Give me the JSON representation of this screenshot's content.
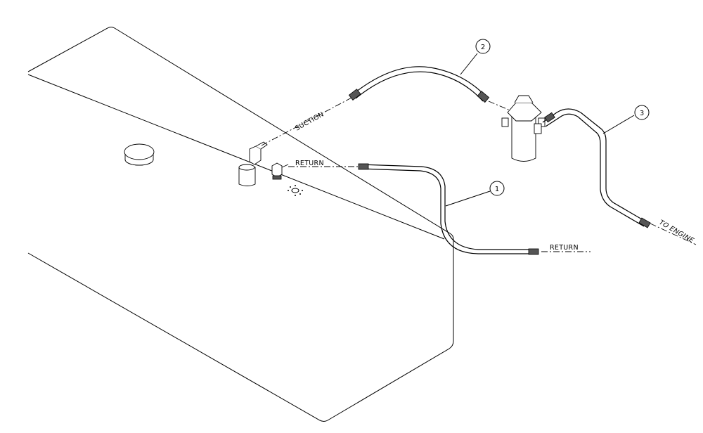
{
  "labels": {
    "suction": "SUCTION",
    "return_upper": "RETURN",
    "return_right": "RETURN",
    "to_engine": "TO ENGINE"
  },
  "callouts": [
    {
      "number": "1"
    },
    {
      "number": "2"
    },
    {
      "number": "3"
    }
  ]
}
